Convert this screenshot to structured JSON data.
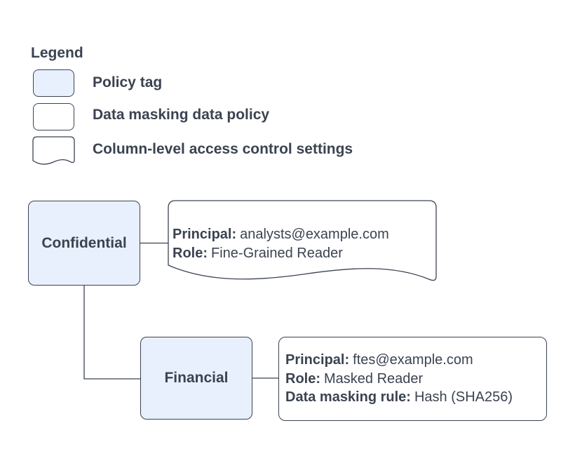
{
  "colors": {
    "policy_tag_fill": "#e8f0fe",
    "shape_stroke": "#3b4351",
    "text": "#3b4351",
    "background": "#ffffff"
  },
  "legend": {
    "title": "Legend",
    "items": [
      {
        "swatch": "policy-tag-swatch",
        "label": "Policy tag"
      },
      {
        "swatch": "data-masking-policy-swatch",
        "label": "Data masking data policy"
      },
      {
        "swatch": "column-access-settings-swatch",
        "label": "Column-level access control settings"
      }
    ]
  },
  "diagram": {
    "confidential": {
      "label": "Confidential"
    },
    "financial": {
      "label": "Financial"
    },
    "confidential_settings": {
      "lines": [
        {
          "label": "Principal:",
          "value": "analysts@example.com"
        },
        {
          "label": "Role:",
          "value": "Fine-Grained Reader"
        }
      ]
    },
    "financial_policy": {
      "lines": [
        {
          "label": "Principal:",
          "value": "ftes@example.com"
        },
        {
          "label": "Role:",
          "value": "Masked Reader"
        },
        {
          "label": "Data masking rule:",
          "value": "Hash (SHA256)"
        }
      ]
    }
  }
}
